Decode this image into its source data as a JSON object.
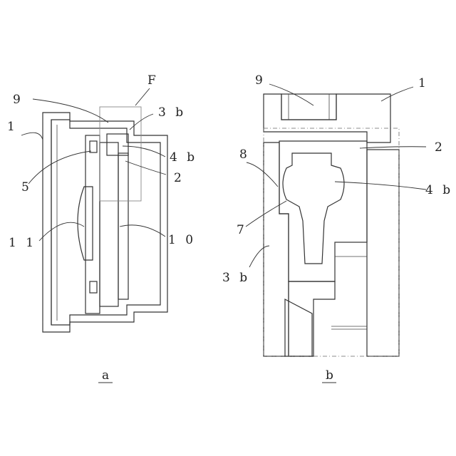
{
  "figure_a": {
    "caption": "a",
    "labels": {
      "detail": "F",
      "part_9": "9",
      "part_3b": "3 b",
      "part_1": "1",
      "part_4b": "4 b",
      "part_5": "5",
      "part_2": "2",
      "part_11": "1 1",
      "part_10": "1 0"
    }
  },
  "figure_b": {
    "caption": "b",
    "labels": {
      "part_9": "9",
      "part_1": "1",
      "part_8": "8",
      "part_2": "2",
      "part_4b": "4 b",
      "part_7": "7",
      "part_3b": "3 b"
    }
  }
}
